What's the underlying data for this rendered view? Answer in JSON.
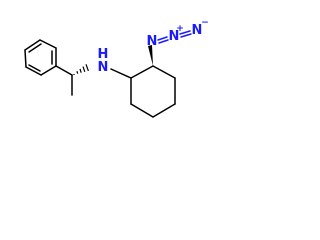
{
  "structure": {
    "atoms": {
      "amine_n": {
        "symbol": "N",
        "hydrogen": "H"
      },
      "azide_n1": {
        "symbol": "N"
      },
      "azide_n2": {
        "symbol": "N",
        "charge": "+"
      },
      "azide_n3": {
        "symbol": "N",
        "charge": "−"
      }
    }
  },
  "colors": {
    "bond": "#000000",
    "nitrogen": "#1a1aff"
  }
}
